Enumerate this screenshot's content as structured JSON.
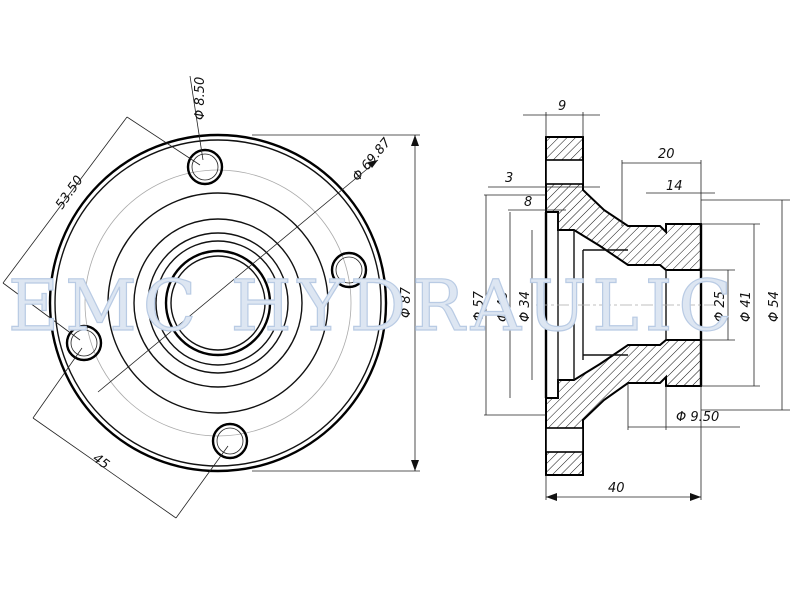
{
  "watermark": "EMC HYDRAULIC",
  "front_view": {
    "bolt_hole": "Φ 8.50",
    "bolt_circle": "Φ 69.87",
    "span_a": "53.50",
    "span_b": "45"
  },
  "section_view": {
    "flange_thickness": "9",
    "hub_length": "20",
    "bore_depth": "14",
    "dim_3": "3",
    "dim_8": "8",
    "dia_57": "Φ 57",
    "dia_43": "Φ 43",
    "dia_34": "Φ 34",
    "dia_25": "Φ 25",
    "dia_41": "Φ 41",
    "dia_54": "Φ 54",
    "dia_87": "Φ 87",
    "groove": "Φ 9.50",
    "overall_length": "40"
  },
  "colors": {
    "line": "#000000",
    "watermark_fill": "#dde6f2",
    "watermark_stroke": "#b9cbe4"
  }
}
